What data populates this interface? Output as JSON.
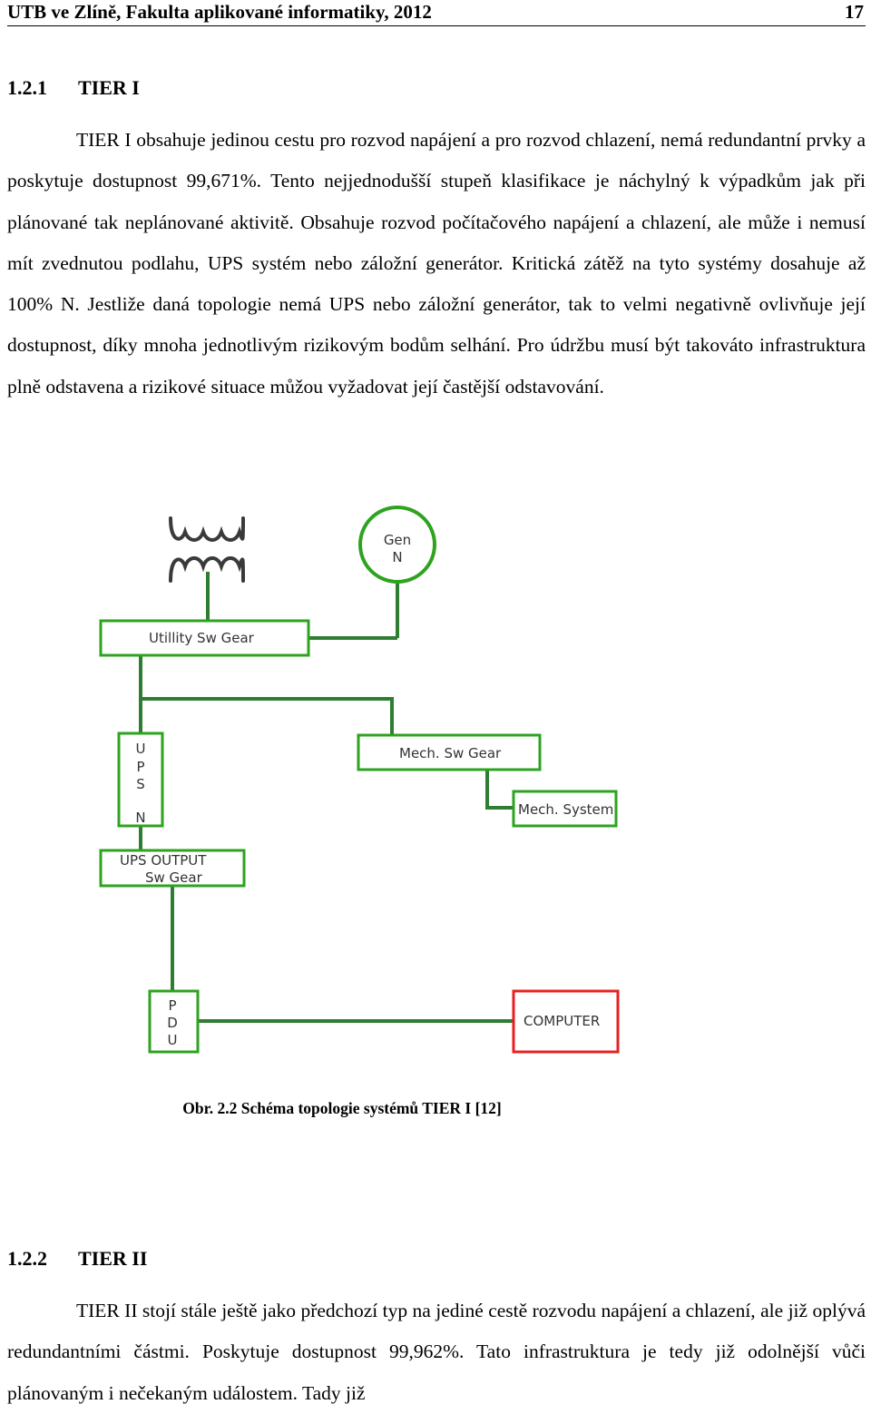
{
  "header": {
    "title": "UTB ve Zlíně, Fakulta aplikované informatiky, 2012",
    "page_number": "17"
  },
  "section1": {
    "number": "1.2.1",
    "title": "TIER I",
    "paragraph": "TIER I obsahuje jedinou cestu pro rozvod napájení a pro rozvod chlazení, nemá redundantní prvky a poskytuje dostupnost 99,671%. Tento nejjednodušší stupeň klasifikace je náchylný k výpadkům jak při plánované tak neplánované aktivitě. Obsahuje rozvod počítačového napájení a chlazení, ale může i nemusí mít zvednutou podlahu, UPS systém nebo záložní generátor. Kritická zátěž na tyto systémy dosahuje až 100% N. Jestliže daná topologie nemá UPS nebo záložní generátor, tak to velmi negativně ovlivňuje její dostupnost, díky mnoha jednotlivým rizikovým bodům selhání. Pro údržbu musí být takováto infrastruktura plně odstavena a rizikové situace můžou vyžadovat její častější odstavování."
  },
  "diagram": {
    "generator_label": "Gen",
    "generator_sub": "N",
    "utility_label": "Utillity Sw Gear",
    "ups_letters": [
      "U",
      "P",
      "S",
      "N"
    ],
    "mech_gear_label": "Mech. Sw Gear",
    "mech_system_label": "Mech. System",
    "ups_output_line1": "UPS OUTPUT",
    "ups_output_line2": "Sw Gear",
    "pdu_letters": [
      "P",
      "D",
      "U"
    ],
    "computer_label": "COMPUTER",
    "colors": {
      "box_border": "#2ea31f",
      "line": "#2e7d32",
      "computer_border": "#e82020",
      "transformer": "#3a3a3a"
    }
  },
  "caption": "Obr. 2.2 Schéma topologie systémů TIER I [12]",
  "section2": {
    "number": "1.2.2",
    "title": "TIER II",
    "paragraph": "TIER II stojí stále ještě jako předchozí typ na jediné cestě rozvodu napájení a chlazení, ale již oplývá redundantními částmi. Poskytuje dostupnost 99,962%. Tato infrastruktura je tedy již odolnější vůči plánovaným i nečekaným událostem. Tady již"
  }
}
